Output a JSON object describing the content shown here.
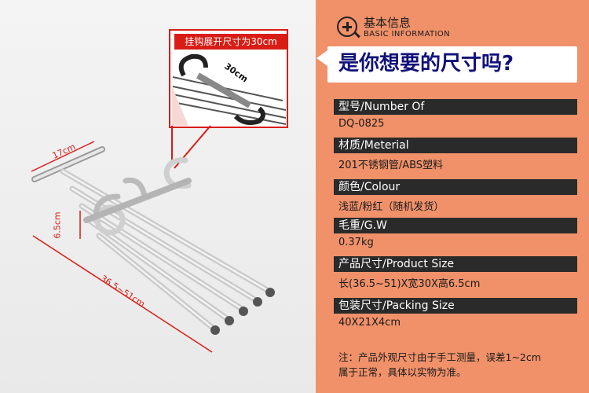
{
  "product_image": {
    "callout": "挂钩展开尺寸为30cm",
    "callout_dim": "30cm",
    "dim_width": "17cm",
    "dim_height": "6.5cm",
    "dim_length": "36.5~51cm"
  },
  "header": {
    "title_cn": "基本信息",
    "title_en": "BASIC INFORMATION",
    "headline": "是你想要的尺寸吗?"
  },
  "specs": [
    {
      "label": "型号/Number Of",
      "value": "DQ-0825"
    },
    {
      "label": "材质/Meterial",
      "value": "201不锈钢管/ABS塑料"
    },
    {
      "label": "颜色/Colour",
      "value": "浅蓝/粉红（随机发货）"
    },
    {
      "label": "毛重/G.W",
      "value": "0.37kg"
    },
    {
      "label": "产品尺寸/Product Size",
      "value": "长(36.5~51)X宽30X高6.5cm"
    },
    {
      "label": "包装尺寸/Packing Size",
      "value": "40X21X4cm"
    }
  ],
  "note": {
    "line1": "注：产品外观尺寸由于手工测量，误差1~2cm",
    "line2": "属于正常，具体以实物为准。"
  },
  "colors": {
    "background": "#f0916a",
    "headline": "#11117a",
    "label_bg": "#2a2a2a",
    "callout_bg": "#d91c14",
    "dimension_line": "#d91c14"
  }
}
